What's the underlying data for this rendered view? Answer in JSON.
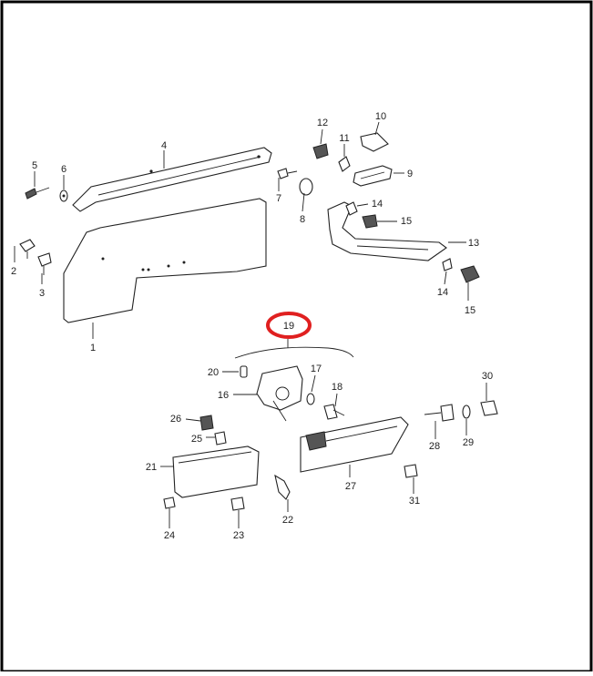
{
  "highlight_color": "#e02020",
  "group_label": "19",
  "callouts": [
    {
      "id": "c1",
      "text": "1"
    },
    {
      "id": "c2",
      "text": "2"
    },
    {
      "id": "c3",
      "text": "3"
    },
    {
      "id": "c4",
      "text": "4"
    },
    {
      "id": "c5",
      "text": "5"
    },
    {
      "id": "c6",
      "text": "6"
    },
    {
      "id": "c7",
      "text": "7"
    },
    {
      "id": "c8",
      "text": "8"
    },
    {
      "id": "c9",
      "text": "9"
    },
    {
      "id": "c10",
      "text": "10"
    },
    {
      "id": "c11",
      "text": "11"
    },
    {
      "id": "c12",
      "text": "12"
    },
    {
      "id": "c13",
      "text": "13"
    },
    {
      "id": "c14a",
      "text": "14"
    },
    {
      "id": "c14b",
      "text": "14"
    },
    {
      "id": "c15a",
      "text": "15"
    },
    {
      "id": "c15b",
      "text": "15"
    },
    {
      "id": "c16",
      "text": "16"
    },
    {
      "id": "c17",
      "text": "17"
    },
    {
      "id": "c18",
      "text": "18"
    },
    {
      "id": "c20",
      "text": "20"
    },
    {
      "id": "c21",
      "text": "21"
    },
    {
      "id": "c22",
      "text": "22"
    },
    {
      "id": "c23",
      "text": "23"
    },
    {
      "id": "c24",
      "text": "24"
    },
    {
      "id": "c25",
      "text": "25"
    },
    {
      "id": "c26",
      "text": "26"
    },
    {
      "id": "c27",
      "text": "27"
    },
    {
      "id": "c28",
      "text": "28"
    },
    {
      "id": "c29",
      "text": "29"
    },
    {
      "id": "c30",
      "text": "30"
    },
    {
      "id": "c31",
      "text": "31"
    }
  ]
}
